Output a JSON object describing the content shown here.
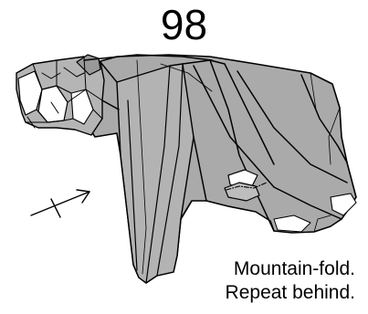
{
  "step": {
    "number": "98"
  },
  "instructions": {
    "line1": "Mountain-fold.",
    "line2": "Repeat behind."
  },
  "colors": {
    "paper": "#aaaaaa",
    "paper_light": "#bbbbbb",
    "paper_dark": "#999999",
    "paper_white": "#ffffff",
    "line": "#000000"
  },
  "icons": {
    "fold_arrow": "mountain-fold-arrow"
  }
}
